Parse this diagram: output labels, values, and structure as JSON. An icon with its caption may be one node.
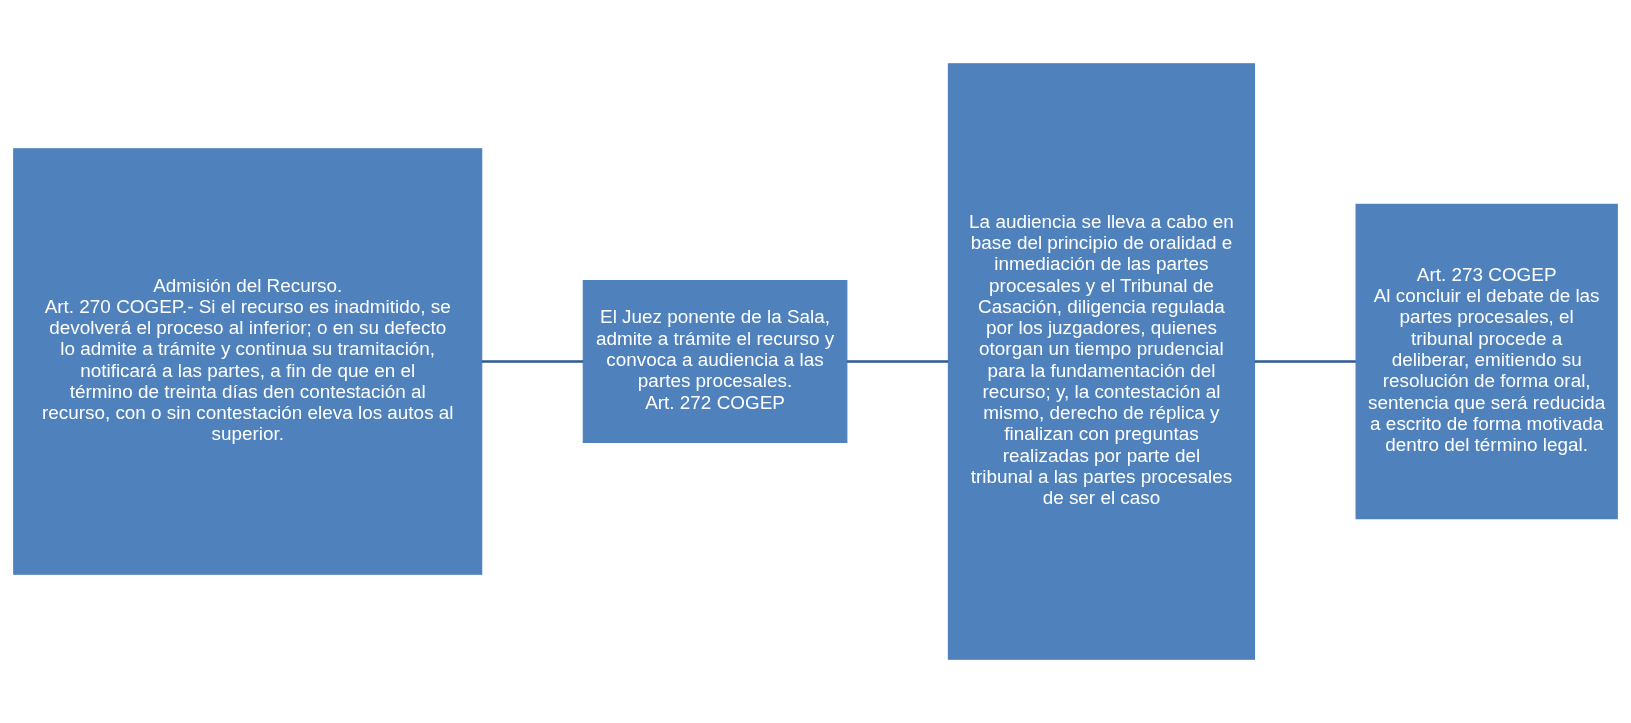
{
  "diagram": {
    "nodes": [
      {
        "text": [
          "Admisión del Recurso.",
          "Art. 270 COGEP.- Si el recurso es inadmitido, se devolverá el proceso al inferior; o en su defecto lo admite a trámite y continua su tramitación, notificará a las partes, a fin de que en el término de treinta días den contestación al recurso, con o sin contestación eleva los autos al superior."
        ]
      },
      {
        "text": [
          "El Juez ponente de la Sala, admite a trámite el recurso y convoca a audiencia a las partes procesales.",
          "Art. 272 COGEP"
        ]
      },
      {
        "text": [
          "La audiencia se lleva a cabo en base del principio de oralidad e inmediación de las partes procesales y el Tribunal de Casación, diligencia regulada por los juzgadores, quienes otorgan un tiempo prudencial para la fundamentación del recurso; y, la contestación al mismo, derecho de réplica y finalizan con preguntas realizadas por parte del tribunal a las partes procesales de ser el caso"
        ]
      },
      {
        "text": [
          "Art. 273 COGEP",
          "Al concluir el debate de las partes procesales, el tribunal procede a deliberar, emitiendo su resolución de forma oral, sentencia que será reducida a escrito de forma motivada dentro del término legal."
        ]
      }
    ],
    "edges": [
      {
        "from": 0,
        "to": 1,
        "arrow": "none"
      },
      {
        "from": 1,
        "to": 2,
        "arrow": "none"
      },
      {
        "from": 2,
        "to": 3,
        "arrow": "none"
      }
    ]
  }
}
